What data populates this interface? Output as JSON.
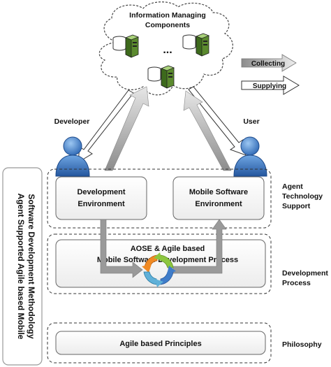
{
  "cloud": {
    "title_line1": "Information Managing",
    "title_line2": "Components",
    "ellipsis": "..."
  },
  "legend": {
    "collecting": "Collecting",
    "supplying": "Supplying"
  },
  "actors": {
    "developer": "Developer",
    "user": "User"
  },
  "environments": {
    "development_line1": "Development",
    "development_line2": "Environment",
    "mobile_line1": "Mobile Software",
    "mobile_line2": "Environment"
  },
  "process": {
    "line1": "AOSE & Agile based",
    "line2": "Mobile Software Development Process"
  },
  "principles": "Agile based Principles",
  "layers": {
    "agent_line1": "Agent",
    "agent_line2": "Technology",
    "agent_line3": "Support",
    "development_line1": "Development",
    "development_line2": "Process",
    "philosophy": "Philosophy"
  },
  "methodology": {
    "line1": "Agent Supported Agile based Mobile",
    "line2": "Software Development Methodology"
  },
  "colors": {
    "person_blue": "#3a7bc8",
    "server_green": "#7ab648",
    "cycle_orange": "#f08a24",
    "cycle_green": "#8cc63f",
    "cycle_blue": "#3f7cc9",
    "arrow_gray": "#9a9a9a"
  }
}
